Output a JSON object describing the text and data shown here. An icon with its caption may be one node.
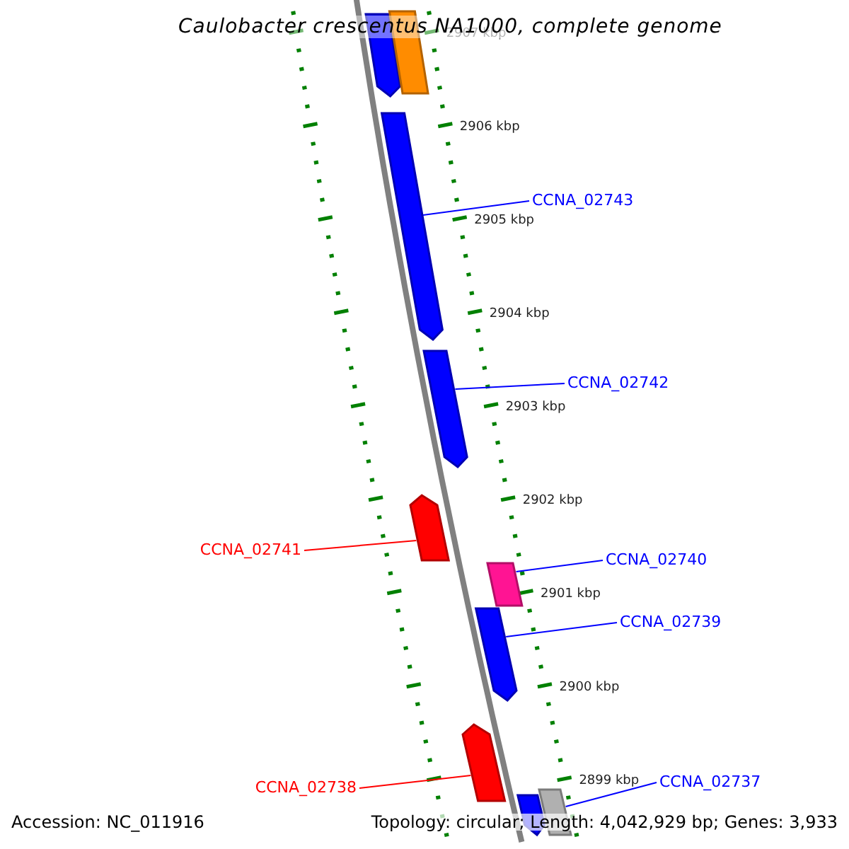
{
  "diagram": {
    "title": "Caulobacter crescentus NA1000, complete genome",
    "nodes": [
      {
        "text": [
          "CCNA_02743"
        ]
      },
      {
        "text": [
          "CCNA_02742"
        ]
      },
      {
        "text": [
          "CCNA_02741"
        ]
      },
      {
        "text": [
          "CCNA_02740"
        ]
      },
      {
        "text": [
          "CCNA_02739"
        ]
      },
      {
        "text": [
          "CCNA_02738"
        ]
      },
      {
        "text": [
          "CCNA_02737"
        ]
      },
      {
        "text": [],
        "shape": "bar"
      },
      {
        "text": [],
        "shape": "bar"
      },
      {
        "text": [],
        "shape": "bar"
      },
      {
        "text": [],
        "shape": "bar"
      },
      {
        "text": [],
        "shape": "bar"
      },
      {
        "text": [],
        "shape": "bar"
      },
      {
        "text": [],
        "shape": "bar"
      },
      {
        "text": [],
        "shape": "bar"
      },
      {
        "text": [],
        "shape": "bar"
      },
      {
        "text": [],
        "shape": "bar"
      }
    ],
    "edges": [
      {
        "from": 0,
        "to": 9,
        "arrow": "none"
      },
      {
        "from": 1,
        "to": 10,
        "arrow": "none"
      },
      {
        "from": 2,
        "to": 11,
        "arrow": "none",
        "color": "#ff0000"
      },
      {
        "from": 3,
        "to": 12,
        "arrow": "none"
      },
      {
        "from": 4,
        "to": 13,
        "arrow": "none"
      },
      {
        "from": 5,
        "to": 14,
        "arrow": "none",
        "color": "#ff0000"
      },
      {
        "from": 6,
        "to": 16,
        "arrow": "none"
      }
    ],
    "labels": [
      "2907 kbp",
      "2906 kbp",
      "2905 kbp",
      "2904 kbp",
      "2903 kbp",
      "2902 kbp",
      "2901 kbp",
      "2900 kbp",
      "2899 kbp",
      "Accession: NC_011916",
      "Topology: circular; Length: 4,042,929 bp; Genes: 3,933"
    ]
  }
}
